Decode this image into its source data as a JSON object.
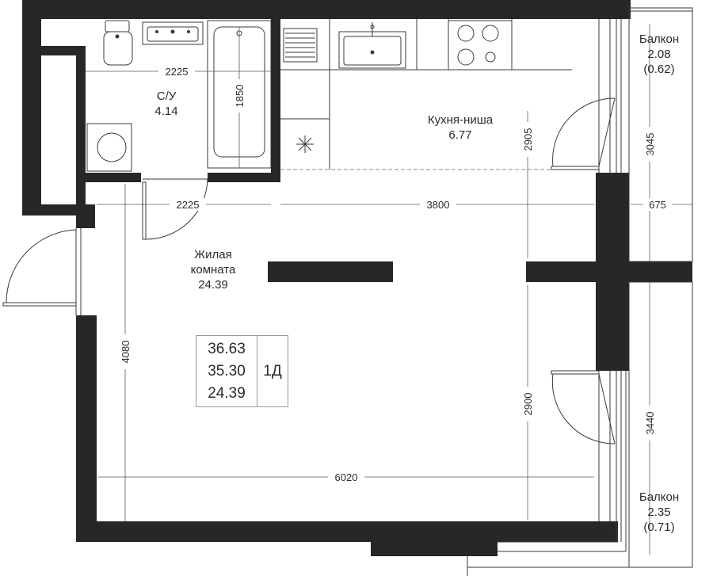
{
  "rooms": {
    "bathroom": {
      "name": "С/У",
      "area": "4.14"
    },
    "kitchen": {
      "name": "Кухня-ниша",
      "area": "6.77"
    },
    "living": {
      "name_line1": "Жилая",
      "name_line2": "комната",
      "area": "24.39"
    },
    "balcony_top": {
      "name": "Балкон",
      "area": "2.08",
      "area_reduced": "(0.62)"
    },
    "balcony_bottom": {
      "name": "Балкон",
      "area": "2.35",
      "area_reduced": "(0.71)"
    }
  },
  "dimensions": {
    "bath_width": "2225",
    "bath_tub_length": "1850",
    "hall_width": "2225",
    "living_top_width": "3800",
    "balcony_depth": "675",
    "kitchen_height": "2905",
    "balcony_top_length": "3045",
    "living_height": "4080",
    "living_right_height": "2900",
    "balcony_bottom_length": "3440",
    "living_width": "6020"
  },
  "summary": {
    "total_area": "36.63",
    "area_without_balcony": "35.30",
    "living_area": "24.39",
    "apartment_type": "1Д"
  },
  "colors": {
    "wall": "#272727",
    "line": "#3a3a3a",
    "thin": "#8a8a8a"
  }
}
